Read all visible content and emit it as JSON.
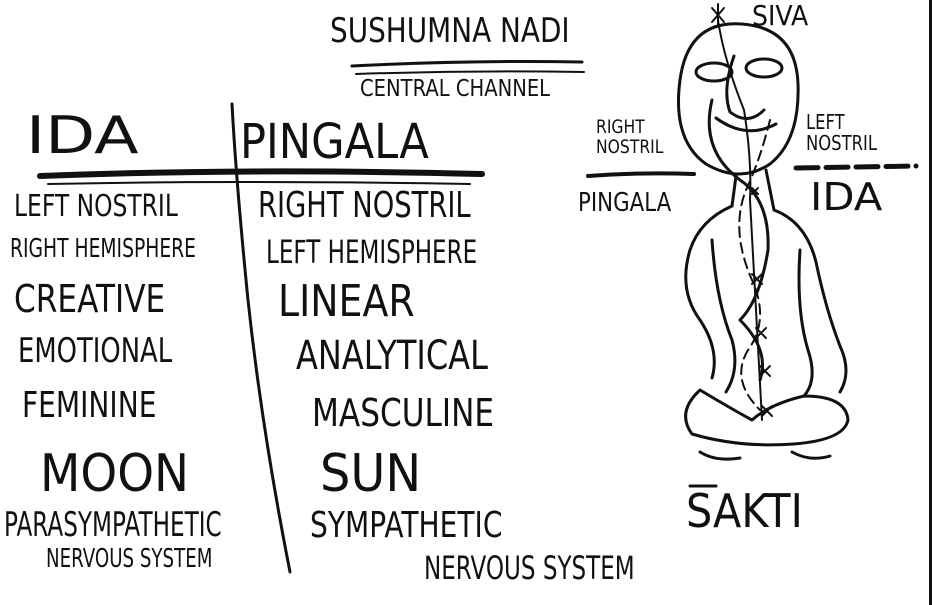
{
  "title": "Sushumna Nadi",
  "subtitle": "Central Channel",
  "ida": {
    "heading": "IDA",
    "items": [
      "Left Nostril",
      "Right Hemisphere",
      "Creative",
      "Emotional",
      "Feminine",
      "Moon",
      "Parasympathetic",
      "Nervous System"
    ]
  },
  "pingala": {
    "heading": "Pingala",
    "items": [
      "Right Nostril",
      "Left Hemisphere",
      "Linear",
      "Analytical",
      "Masculine",
      "Sun",
      "Sympathetic",
      "Nervous System"
    ]
  },
  "figure": {
    "top_label": "Siva",
    "bottom_label": "Sakti",
    "right_side_label": "Right Nostril",
    "right_side_channel": "Pingala",
    "left_side_label": "Left Nostril",
    "left_side_channel": "IDA"
  },
  "colors": {
    "ink": "#111111",
    "background": "#ffffff"
  }
}
